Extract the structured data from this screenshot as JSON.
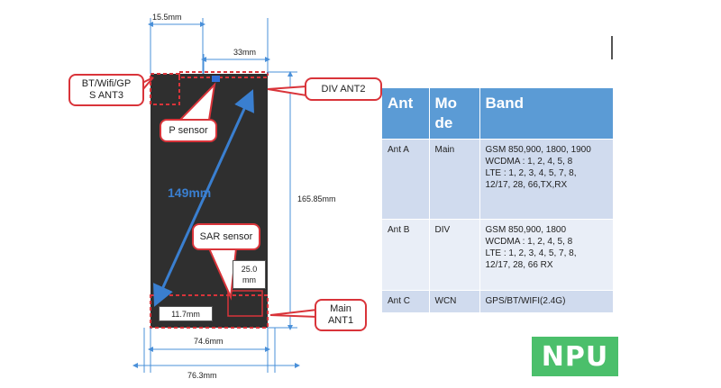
{
  "dimensions": {
    "top_width": "15.5mm",
    "ant2_offset": "33mm",
    "height": "165.85mm",
    "diagonal": "149mm",
    "inner_width": "74.6mm",
    "outer_width": "76.3mm",
    "sar_offset_y": "25.0\nmm",
    "sar_offset_x": "11.7mm"
  },
  "callouts": {
    "ant3": "BT/Wifi/GP\nS ANT3",
    "ant2": "DIV ANT2",
    "p_sensor": "P sensor",
    "sar_sensor": "SAR sensor",
    "ant1": "Main\nANT1"
  },
  "table": {
    "headers": [
      "Ant",
      "Mo\nde",
      "Band"
    ],
    "rows": [
      {
        "ant": "Ant A",
        "mode": "Main",
        "band": [
          "GSM 850,900, 1800, 1900",
          "WCDMA : 1, 2, 4, 5, 8",
          "LTE : 1, 2, 3, 4, 5, 7, 8,",
          "12/17, 28, 66,TX,RX"
        ]
      },
      {
        "ant": "Ant B",
        "mode": "DIV",
        "band": [
          "GSM 850,900, 1800",
          "WCDMA : 1, 2, 4, 5, 8",
          "LTE : 1, 2, 3, 4, 5, 7, 8,",
          "12/17, 28, 66 RX"
        ]
      },
      {
        "ant": "Ant C",
        "mode": "WCN",
        "band": [
          "GPS/BT/WIFI(2.4G)"
        ]
      }
    ]
  },
  "logo": "NPU",
  "colors": {
    "phone_body": "#2f2f2f",
    "callout_border": "#d9343a",
    "dim_lines": "#4a90d9",
    "diagonal_arrow": "#3a7fd0",
    "table_header": "#5b9bd5",
    "table_row_dark": "#d0dbee",
    "table_row_light": "#e9eef7",
    "logo_bg": "#4bbf6b"
  }
}
